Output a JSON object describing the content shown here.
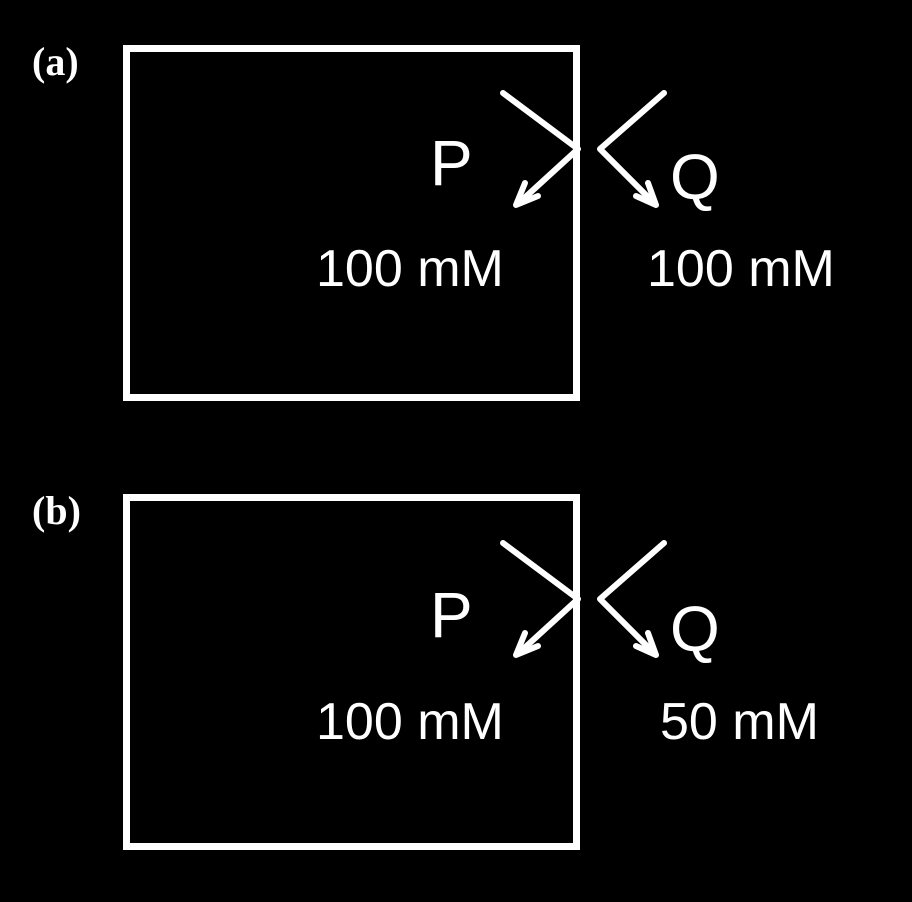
{
  "panels": [
    {
      "label": "(a)",
      "solute_p": {
        "name": "P",
        "concentration": "100 mM"
      },
      "solute_q": {
        "name": "Q",
        "concentration": "100 mM"
      }
    },
    {
      "label": "(b)",
      "solute_p": {
        "name": "P",
        "concentration": "100 mM"
      },
      "solute_q": {
        "name": "Q",
        "concentration": "50 mM"
      }
    }
  ],
  "colors": {
    "background": "#000000",
    "foreground": "#ffffff"
  }
}
